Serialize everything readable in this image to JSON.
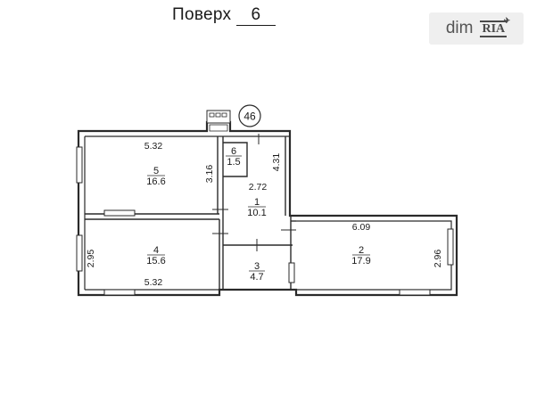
{
  "header": {
    "floor_label": "Поверх",
    "floor_number": "6"
  },
  "logo": {
    "part1": "dim",
    "part2": "RIA"
  },
  "plan": {
    "section_marker": "46",
    "rooms": [
      {
        "id": "1",
        "number": "1",
        "area": "10.1"
      },
      {
        "id": "2",
        "number": "2",
        "area": "17.9"
      },
      {
        "id": "3",
        "number": "3",
        "area": "4.7"
      },
      {
        "id": "4",
        "number": "4",
        "area": "15.6"
      },
      {
        "id": "5",
        "number": "5",
        "area": "16.6"
      },
      {
        "id": "6",
        "number": "6",
        "area": "1.5"
      }
    ],
    "dimensions": {
      "room5_width": "5.32",
      "room5_depth": "3.16",
      "room4_width": "5.32",
      "room4_depth": "2.95",
      "corridor_width": "2.72",
      "corridor_depth": "4.31",
      "room2_width": "6.09",
      "room2_depth": "2.96"
    }
  }
}
